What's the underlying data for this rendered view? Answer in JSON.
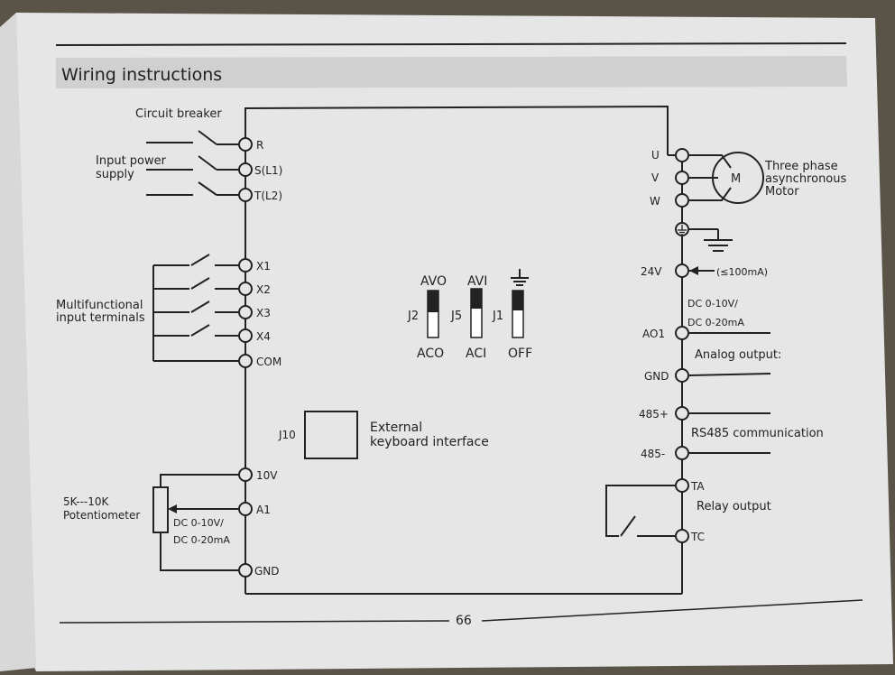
{
  "header": {
    "section_title": "Wiring instructions"
  },
  "footer": {
    "page_number": "66"
  },
  "labels": {
    "circuit_breaker": "Circuit breaker",
    "input_power_1": "Input power",
    "input_power_2": "supply",
    "multifunctional_1": "Multifunctional",
    "multifunctional_2": "input terminals",
    "potentiometer_1": "5K---10K",
    "potentiometer_2": "Potentiometer",
    "dc_v_left": "DC 0-10V/",
    "dc_ma_left": "DC 0-20mA",
    "j10": "J10",
    "external_kb_1": "External",
    "external_kb_2": "keyboard interface",
    "three_phase_1": "Three phase",
    "three_phase_2": "asynchronous",
    "three_phase_3": "Motor",
    "motor_m": "M",
    "current_note": "(≤100mA)",
    "dc_v_right": "DC 0-10V/",
    "dc_ma_right": "DC 0-20mA",
    "analog_output": "Analog output:",
    "rs485": "RS485 communication",
    "relay_output": "Relay output"
  },
  "terminals_left": {
    "r": "R",
    "s": "S(L1)",
    "t": "T(L2)",
    "x1": "X1",
    "x2": "X2",
    "x3": "X3",
    "x4": "X4",
    "com": "COM",
    "v10": "10V",
    "a1": "A1",
    "gnd": "GND"
  },
  "terminals_right": {
    "u": "U",
    "v": "V",
    "w": "W",
    "v24": "24V",
    "ao1": "AO1",
    "gnd": "GND",
    "p485": "485+",
    "n485": "485-",
    "ta": "TA",
    "tc": "TC"
  },
  "jumpers": {
    "avo": "AVO",
    "aco": "ACO",
    "j2": "J2",
    "avi": "AVI",
    "aci": "ACI",
    "j5": "J5",
    "j1": "J1",
    "off": "OFF"
  },
  "colors": {
    "paper": "#e6e6e6",
    "ink": "#222222",
    "band": "#d0d0d0",
    "shadow": "#5a5348"
  }
}
